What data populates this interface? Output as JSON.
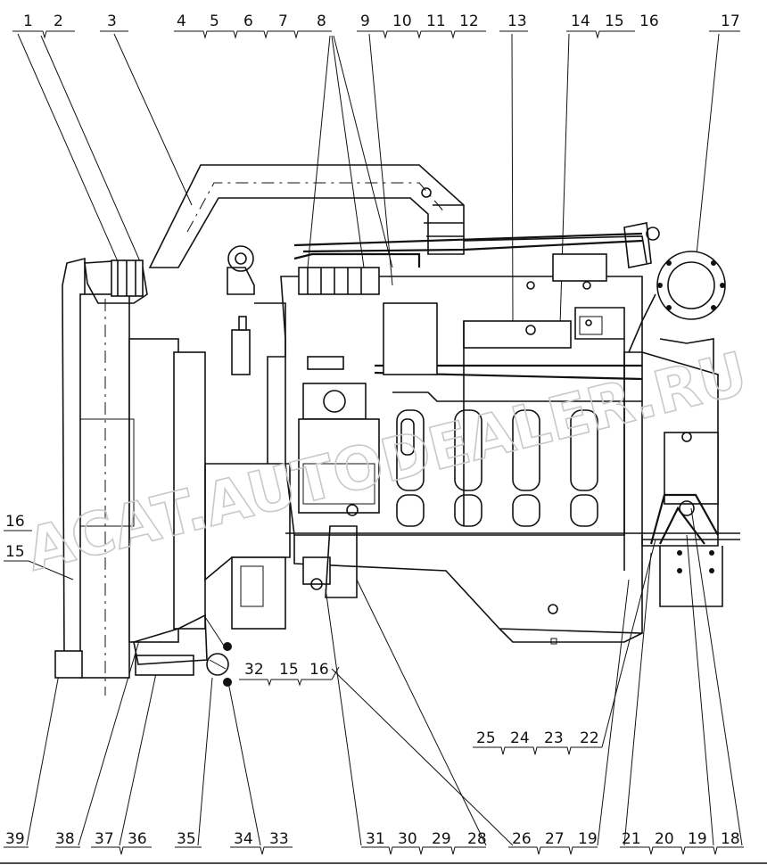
{
  "watermark": "ACAT.AUTODEALER.RU",
  "callouts": {
    "top": [
      "1",
      "2",
      "3",
      "4",
      "5",
      "6",
      "7",
      "8",
      "9",
      "10",
      "11",
      "12",
      "13",
      "14",
      "15",
      "16",
      "17"
    ],
    "left": [
      "16",
      "15"
    ],
    "middle": [
      "32",
      "15",
      "16"
    ],
    "right_mid": [
      "25",
      "24",
      "23",
      "22"
    ],
    "bottom": [
      "39",
      "38",
      "37",
      "36",
      "35",
      "34",
      "33",
      "31",
      "30",
      "29",
      "28",
      "26",
      "27",
      "19",
      "21",
      "20",
      "19",
      "18"
    ]
  }
}
